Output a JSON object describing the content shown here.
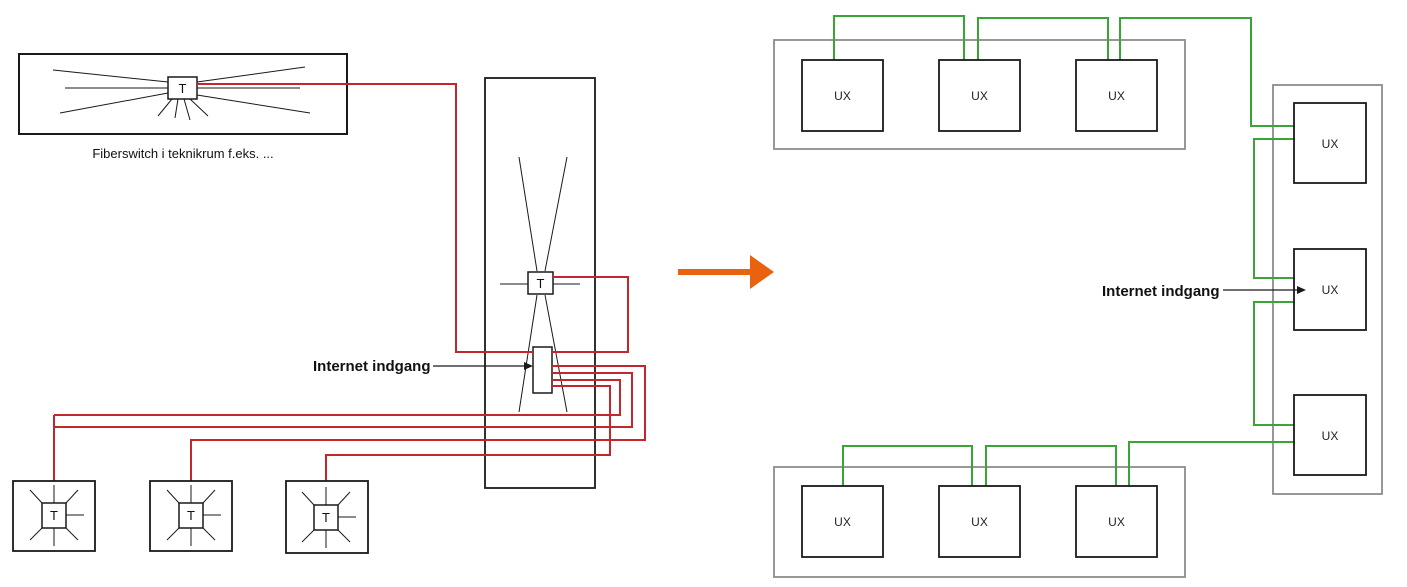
{
  "colors": {
    "red_link": "#c1272d",
    "green_link": "#3aa537",
    "arrow": "#e8620f",
    "frame_dark": "#1a1a1a",
    "frame_grey": "#8c8c8c"
  },
  "left": {
    "fiberswitch_caption": "Fiberswitch i teknikrum f.eks. ...",
    "switch_letter": "T",
    "internet_label": "Internet indgang",
    "outlet_letters": [
      "T",
      "T",
      "T"
    ]
  },
  "right": {
    "top_units": [
      "UX",
      "UX",
      "UX"
    ],
    "side_units": [
      "UX",
      "UX",
      "UX"
    ],
    "bottom_units": [
      "UX",
      "UX",
      "UX"
    ],
    "internet_label": "Internet indgang"
  }
}
